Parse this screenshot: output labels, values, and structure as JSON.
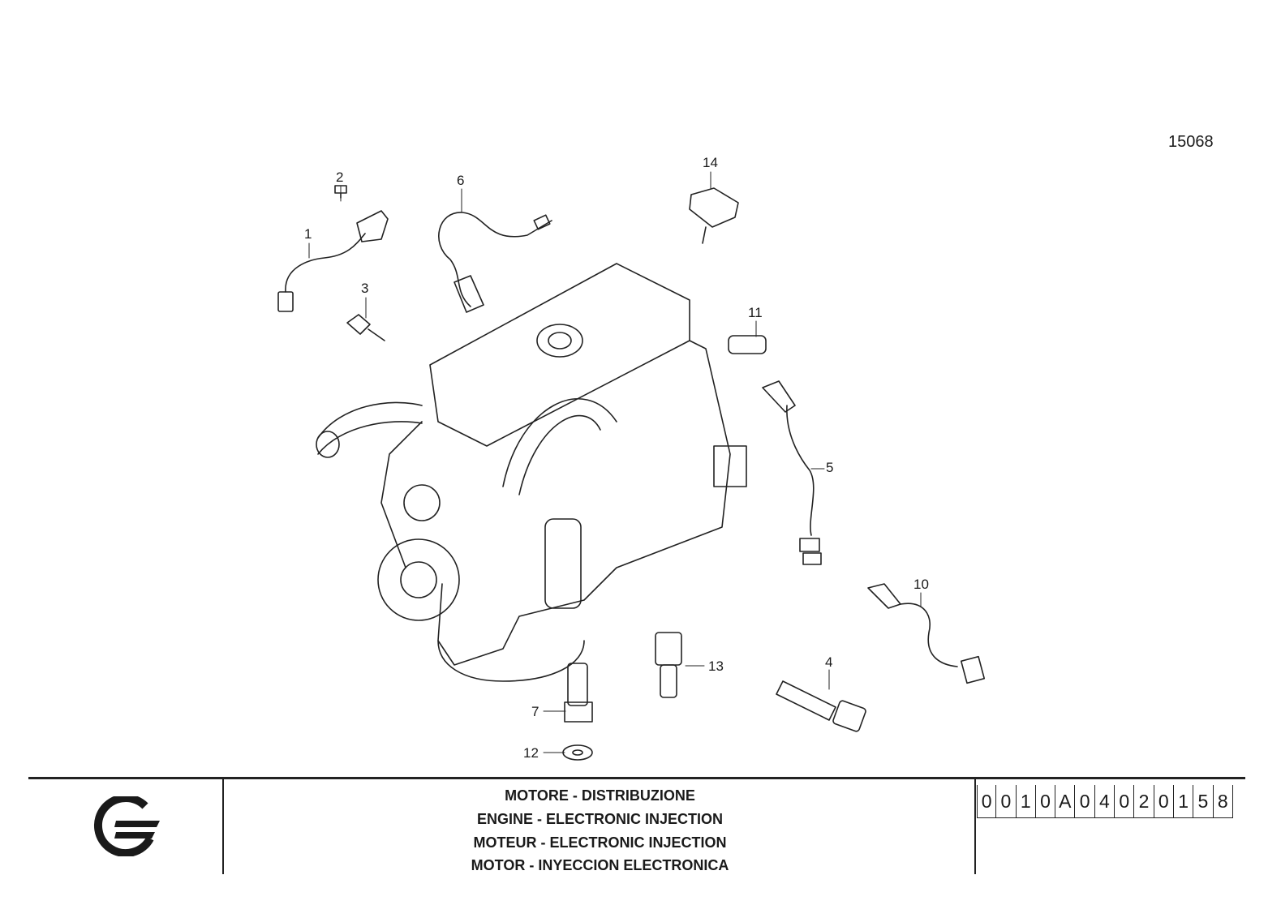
{
  "drawing_number": "15068",
  "callouts": [
    "1",
    "2",
    "3",
    "4",
    "5",
    "6",
    "7",
    "10",
    "11",
    "12",
    "13",
    "14"
  ],
  "footer": {
    "titles": [
      "MOTORE - DISTRIBUZIONE",
      "ENGINE - ELECTRONIC INJECTION",
      "MOTEUR - ELECTRONIC INJECTION",
      "MOTOR - INYECCION ELECTRONICA"
    ],
    "code_chars": [
      "0",
      "0",
      "1",
      "0",
      "A",
      "0",
      "4",
      "0",
      "2",
      "0",
      "1",
      "5",
      "8"
    ]
  },
  "colors": {
    "ink": "#1a1a1a",
    "paper": "#ffffff"
  }
}
